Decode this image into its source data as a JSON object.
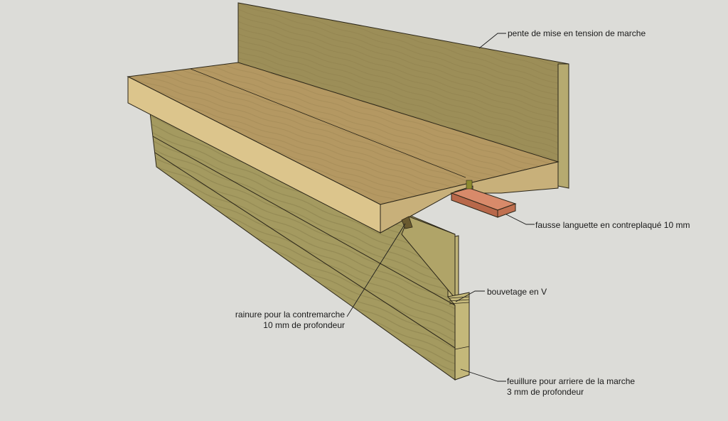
{
  "annotations": {
    "tension_slope": "pente de mise en tension de marche",
    "false_tongue": "fausse languette en contreplaqué 10 mm",
    "v_joint": "bouvetage en V",
    "riser_groove_line1": "rainure pour la  contremarche",
    "riser_groove_line2": "10 mm de profondeur",
    "rebate_line1": "feuillure pour arriere de la marche",
    "rebate_line2": "3 mm de profondeur"
  },
  "colors": {
    "background": "#dcdcd8",
    "tread_top": "#b49862",
    "tread_edge": "#dcc58c",
    "back_riser": "#9c8e58",
    "front_riser": "#a49a60",
    "plywood_tongue": "#c8785a",
    "outline": "#2a2518"
  }
}
